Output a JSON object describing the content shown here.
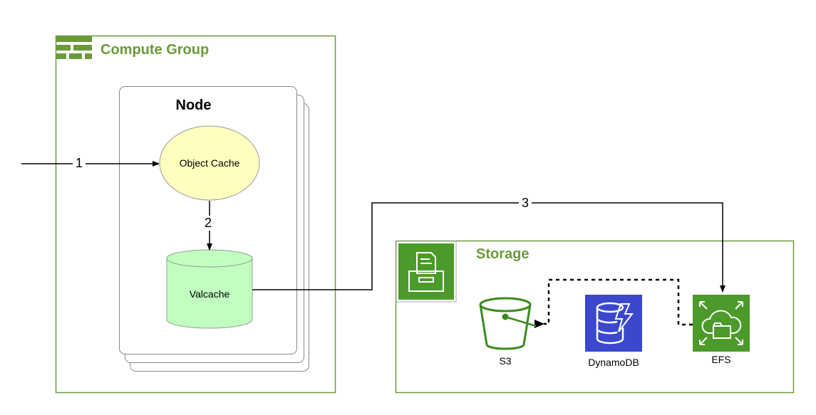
{
  "compute_group": {
    "label": "Compute Group"
  },
  "node": {
    "title": "Node"
  },
  "object_cache": {
    "label": "Object Cache"
  },
  "valcache": {
    "label": "Valcache"
  },
  "storage": {
    "label": "Storage"
  },
  "services": {
    "s3": {
      "label": "S3"
    },
    "dynamodb": {
      "label": "DynamoDB"
    },
    "efs": {
      "label": "EFS"
    }
  },
  "steps": {
    "one": "1",
    "two": "2",
    "three": "3"
  },
  "colors": {
    "group_green": "#6a9a3a",
    "efs_green": "#4c9a2a",
    "dynamodb_blue": "#3b48cc",
    "object_cache_fill": "#ffffc0",
    "valcache_fill": "#c0ffc0"
  }
}
